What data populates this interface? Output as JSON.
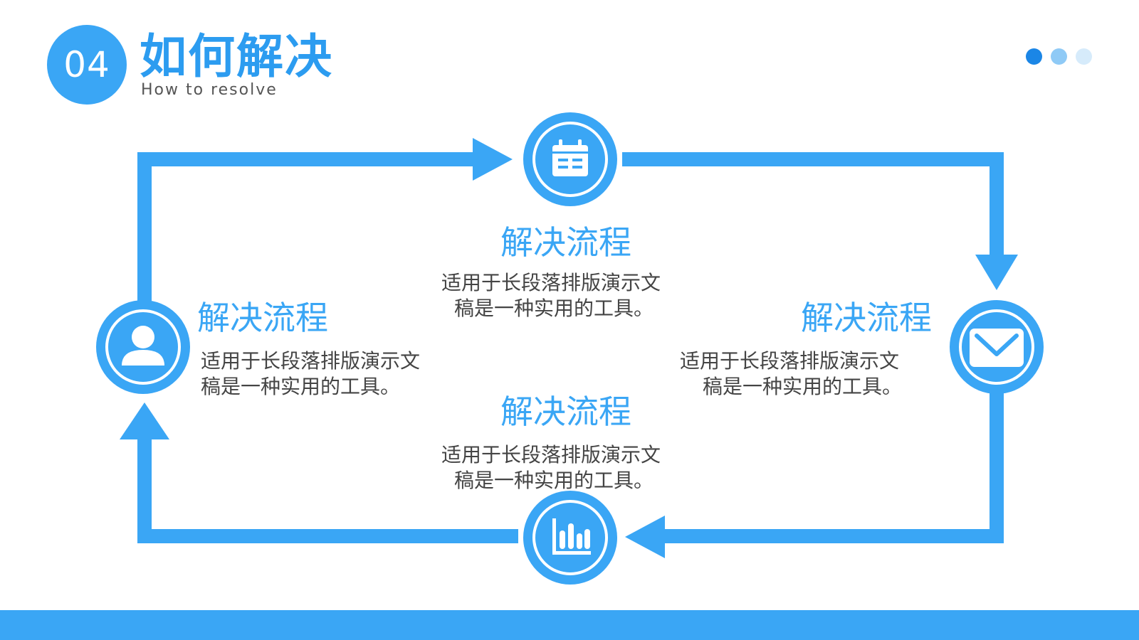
{
  "header": {
    "number": "04",
    "title": "如何解决",
    "subtitle": "How to resolve"
  },
  "colors": {
    "accent": "#3aa6f5",
    "title": "#2c9cf0",
    "text": "#444444",
    "dot_dark": "#1b86e6",
    "dot_mid": "#8fcaf6",
    "dot_light": "#d6ebfb"
  },
  "nodes": [
    {
      "icon": "calendar-icon",
      "title": "解决流程",
      "line1": "适用于长段落排版演示文",
      "line2": "稿是一种实用的工具。"
    },
    {
      "icon": "mail-icon",
      "title": "解决流程",
      "line1": "适用于长段落排版演示文",
      "line2": "稿是一种实用的工具。"
    },
    {
      "icon": "bar-chart-icon",
      "title": "解决流程",
      "line1": "适用于长段落排版演示文",
      "line2": "稿是一种实用的工具。"
    },
    {
      "icon": "user-icon",
      "title": "解决流程",
      "line1": "适用于长段落排版演示文",
      "line2": "稿是一种实用的工具。"
    }
  ]
}
